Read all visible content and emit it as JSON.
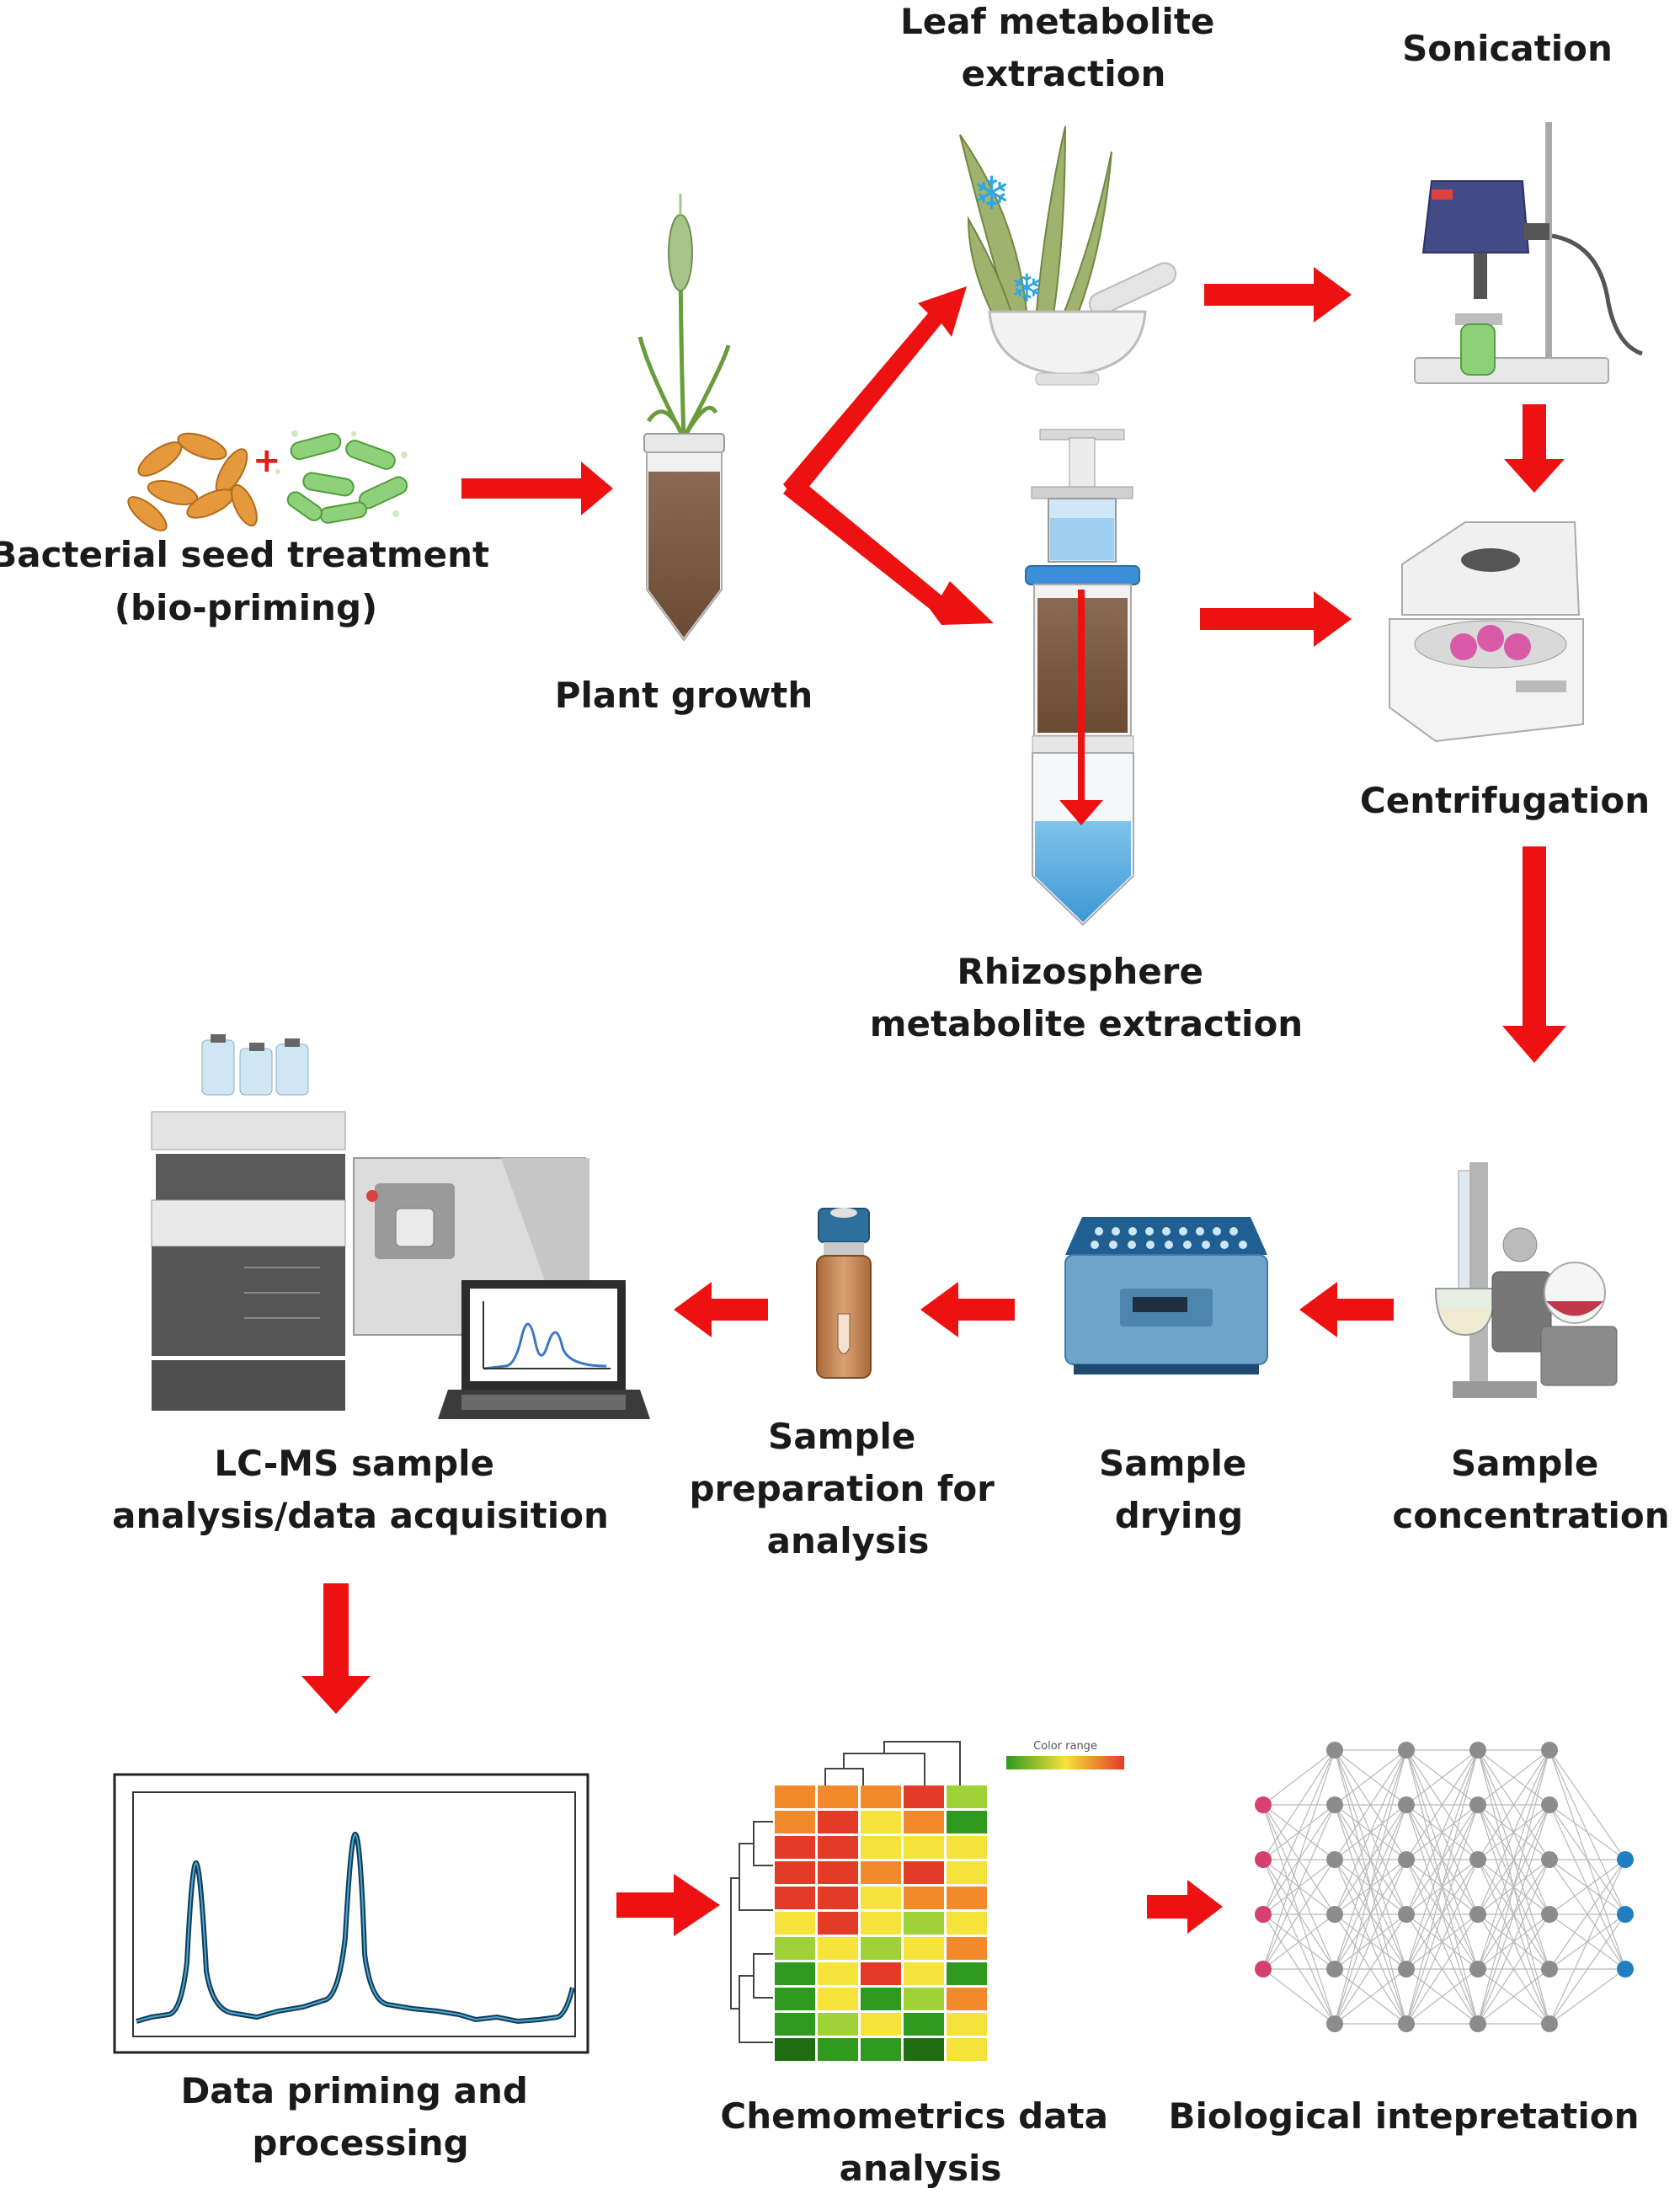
{
  "labels": {
    "bio_priming": [
      "Bacterial seed treatment",
      "(bio-priming)"
    ],
    "plant_growth": [
      "Plant growth"
    ],
    "leaf_extraction": [
      "Leaf metabolite",
      "extraction"
    ],
    "sonication": [
      "Sonication"
    ],
    "rhizosphere_extraction": [
      "Rhizosphere",
      "metabolite extraction"
    ],
    "centrifugation": [
      "Centrifugation"
    ],
    "sample_concentration": [
      "Sample",
      "concentration"
    ],
    "sample_drying": [
      "Sample",
      "drying"
    ],
    "sample_preparation": [
      "Sample",
      "preparation for",
      "analysis"
    ],
    "lcms": [
      "LC-MS sample",
      "analysis/data acquisition"
    ],
    "data_processing": [
      "Data priming and",
      "processing"
    ],
    "chemometrics": [
      "Chemometrics data",
      "analysis"
    ],
    "biological": [
      "Biological intepretation"
    ]
  },
  "heatmap": {
    "legend_title": "Color range"
  },
  "colors": {
    "arrow": "#ee1111",
    "heat_red": "#e23b26",
    "heat_orange": "#f28a2b",
    "heat_yellow": "#f5e23a",
    "heat_lightgreen": "#9fd236",
    "heat_green": "#2f9a1e",
    "heat_darkgreen": "#1f6e12",
    "node_input": "#d6406e",
    "node_hidden": "#8c8c8c",
    "node_output": "#1f7fc0"
  },
  "icons": [
    "seeds-bacteria-icon",
    "plant-tube-icon",
    "mortar-leaf-icon",
    "sonicator-icon",
    "syringe-filter-icon",
    "centrifuge-icon",
    "rotary-evaporator-icon",
    "dry-block-heater-icon",
    "sample-vial-icon",
    "lcms-instrument-icon",
    "chromatogram-icon",
    "heatmap-icon",
    "neural-network-icon"
  ]
}
